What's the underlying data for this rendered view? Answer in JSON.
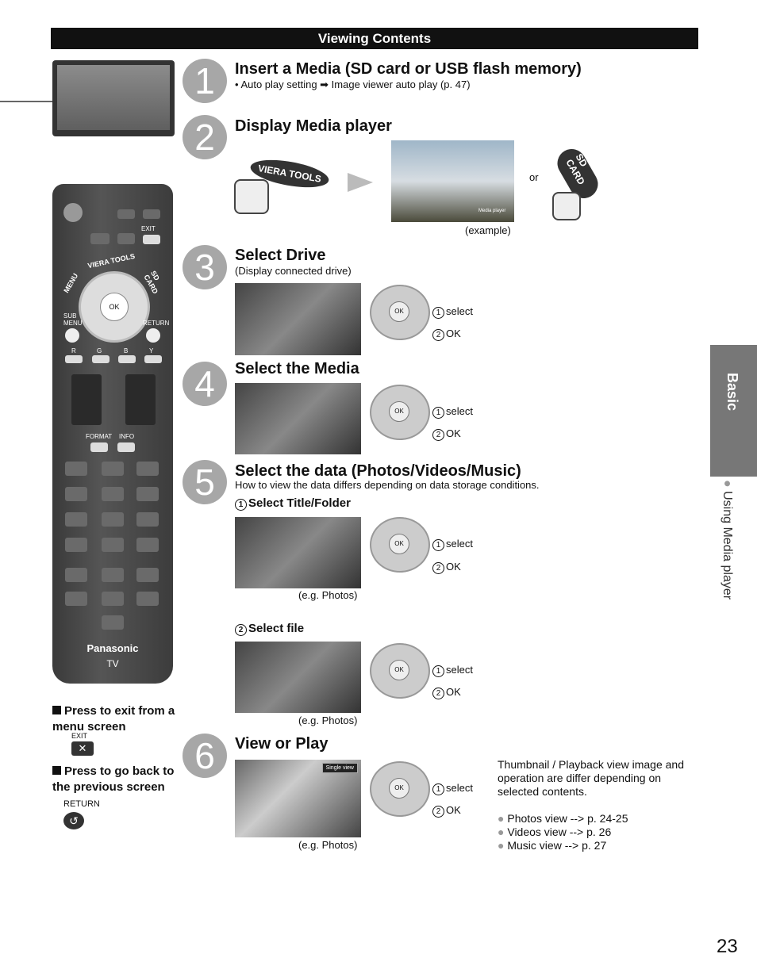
{
  "header": {
    "title": "Viewing Contents"
  },
  "side_tab": {
    "label": "Basic",
    "section": "Using Media player"
  },
  "page_number": "23",
  "steps": [
    {
      "num": "1",
      "title": "Insert a Media (SD card or USB flash memory)",
      "note": "•  Auto play setting ➡ Image viewer auto play (p. 47)"
    },
    {
      "num": "2",
      "title": "Display Media player",
      "or": "or",
      "example": "(example)",
      "viera_label": "VIERA TOOLS",
      "sd_label": "SD CARD",
      "screen_label": "Media player"
    },
    {
      "num": "3",
      "title": "Select Drive",
      "sub": "(Display connected drive)"
    },
    {
      "num": "4",
      "title": "Select the Media"
    },
    {
      "num": "5",
      "title": "Select the data (Photos/Videos/Music)",
      "sub": "How to view the data differs depending on data storage conditions.",
      "sub1": "Select Title/Folder",
      "sub2": "Select file",
      "eg": "(e.g. Photos)"
    },
    {
      "num": "6",
      "title": "View or Play",
      "eg": "(e.g. Photos)",
      "single_view": "Single view"
    }
  ],
  "pad": {
    "ok": "OK",
    "select": "select",
    "ok_label": "OK"
  },
  "notes": {
    "exit_title": "Press to exit from a menu screen",
    "exit_label": "EXIT",
    "return_title": "Press to go back to the previous screen",
    "return_label": "RETURN"
  },
  "info": {
    "text": "Thumbnail / Playback view image and operation are differ depending on selected contents.",
    "links": [
      "Photos view --> p. 24-25",
      "Videos view --> p. 26",
      "Music view --> p. 27"
    ]
  },
  "remote": {
    "brand": "Panasonic",
    "tv": "TV",
    "exit": "EXIT",
    "menu": "MENU",
    "viera": "VIERA TOOLS",
    "sd": "SD CARD",
    "sub_menu": "SUB MENU",
    "return": "RETURN",
    "r": "R",
    "g": "G",
    "b": "B",
    "y": "Y",
    "format": "FORMAT",
    "info": "INFO",
    "ok": "OK"
  }
}
